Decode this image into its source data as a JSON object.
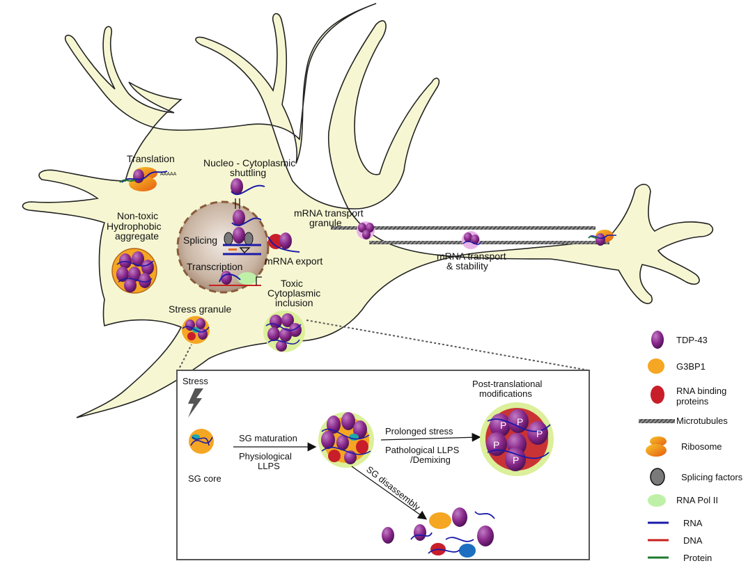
{
  "labels": {
    "translation": "Translation",
    "aaaa": "AAAAA",
    "shuttling_1": "Nucleo - Cytoplasmic",
    "shuttling_2": "shuttling",
    "nontoxic_1": "Non-toxic",
    "nontoxic_2": "Hydrophobic",
    "nontoxic_3": "aggregate",
    "splicing": "Splicing",
    "transcription": "Transcription",
    "mrna_export": "mRNA export",
    "transport_granule_1": "mRNA transport",
    "transport_granule_2": "granule",
    "transport_stability_1": "mRNA transport",
    "transport_stability_2": "& stability",
    "toxic_1": "Toxic",
    "toxic_2": "Cytoplasmic",
    "toxic_3": "inclusion",
    "stress_granule": "Stress granule"
  },
  "inset": {
    "stress": "Stress",
    "sg_core": "SG core",
    "sg_maturation": "SG maturation",
    "physio_1": "Physiological",
    "physio_2": "LLPS",
    "prolonged_stress": "Prolonged stress",
    "patho_1": "Pathological LLPS",
    "patho_2": "/Demixing",
    "sg_disassembly": "SG disassembly",
    "ptm_1": "Post-translational",
    "ptm_2": "modifications",
    "p": "P"
  },
  "legend": [
    {
      "label": "TDP-43",
      "icon": "tdp43-icon"
    },
    {
      "label": "G3BP1",
      "icon": "g3bp1-icon"
    },
    {
      "label": "RNA binding",
      "label2": "proteins",
      "icon": "rbp-icon"
    },
    {
      "label": "Microtubules",
      "icon": "microtubule-icon"
    },
    {
      "label": "Ribosome",
      "icon": "ribosome-icon"
    },
    {
      "label": "Splicing factors",
      "icon": "splicing-factor-icon"
    },
    {
      "label": "RNA Pol II",
      "icon": "rna-pol-icon"
    },
    {
      "label": "RNA",
      "icon": "rna-line-icon"
    },
    {
      "label": "DNA",
      "icon": "dna-line-icon"
    },
    {
      "label": "Protein",
      "icon": "protein-line-icon"
    }
  ],
  "colors": {
    "cytoplasm": "#f6f7d2",
    "tdp43": "#8a2a8c",
    "g3bp1": "#f5a623",
    "rbp": "#c81e2a",
    "rna": "#1a1aa8",
    "dna": "#c8201e",
    "protein": "#1f7a2e",
    "pol2": "#bff0a8",
    "splicing": "#7a7a7a",
    "nucleus": "#c7b3a0",
    "halo": "#dcef9a"
  }
}
